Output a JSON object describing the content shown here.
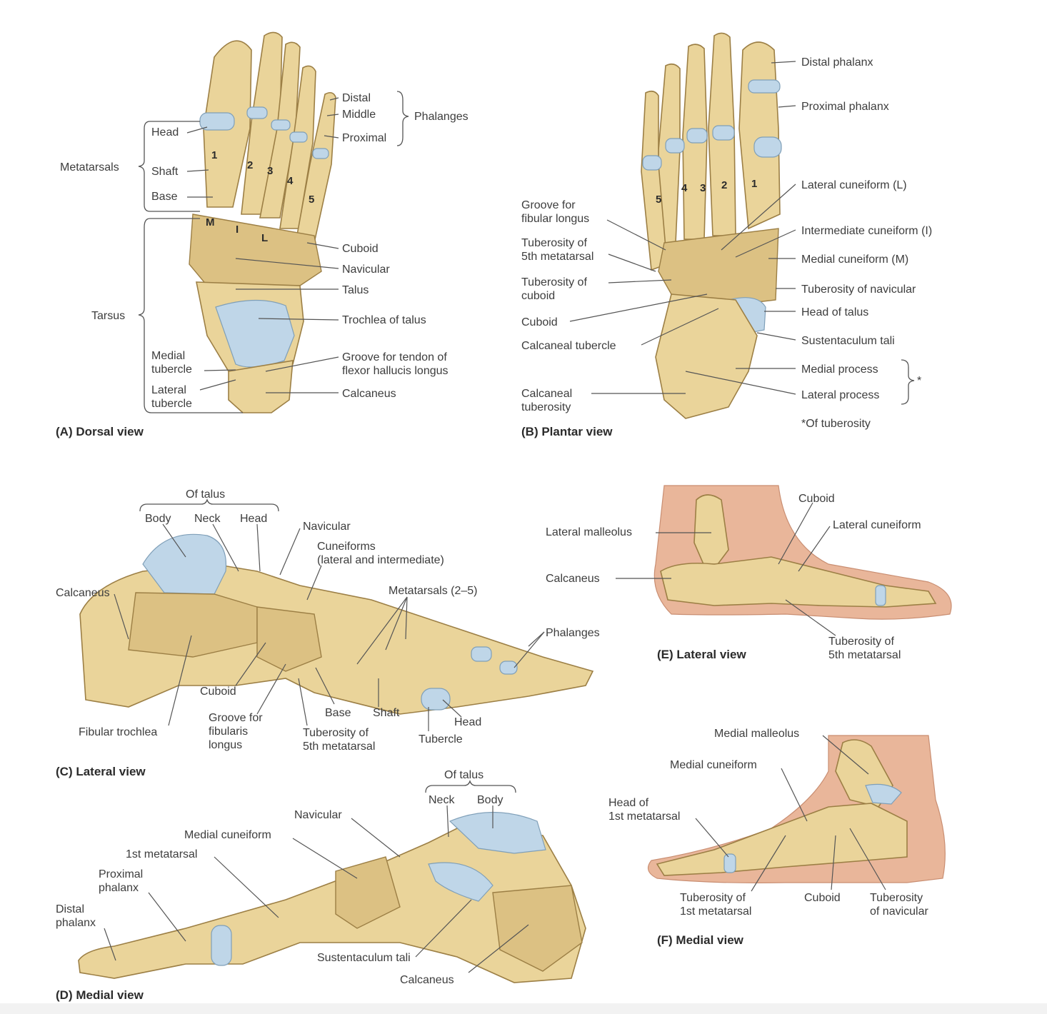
{
  "colors": {
    "bone": "#ead49a",
    "bone_edge": "#9c7f45",
    "cartilage": "#bfd6e8",
    "skin": "#e9b69a",
    "text": "#3d3d3d"
  },
  "panels": {
    "a": {
      "caption": "(A) Dorsal view",
      "labels": {
        "distal": "Distal",
        "middle": "Middle",
        "phalanges": "Phalanges",
        "proximal": "Proximal",
        "head": "Head",
        "shaft": "Shaft",
        "base": "Base",
        "metatarsals": "Metatarsals",
        "cuboid": "Cuboid",
        "navicular": "Navicular",
        "talus": "Talus",
        "tarsus": "Tarsus",
        "trochlea": "Trochlea of talus",
        "medial_tubercle": "Medial\ntubercle",
        "lateral_tubercle": "Lateral\ntubercle",
        "groove": "Groove for tendon of\nflexor hallucis longus",
        "calcaneus": "Calcaneus"
      },
      "numbers": [
        "1",
        "2",
        "3",
        "4",
        "5"
      ],
      "cuneiform_letters": [
        "M",
        "I",
        "L"
      ]
    },
    "b": {
      "caption": "(B) Plantar view",
      "labels": {
        "distal_phalanx": "Distal phalanx",
        "proximal_phalanx": "Proximal phalanx",
        "lateral_cuneiform": "Lateral cuneiform (L)",
        "intermediate_cuneiform": "Intermediate cuneiform (I)",
        "medial_cuneiform": "Medial cuneiform (M)",
        "tuberosity_navicular": "Tuberosity of navicular",
        "head_talus": "Head of talus",
        "sustentaculum": "Sustentaculum tali",
        "medial_process": "Medial process",
        "lateral_process": "Lateral process",
        "of_tuberosity": "*Of tuberosity",
        "asterisk": "*",
        "groove_fibular": "Groove for\nfibular longus",
        "tuberosity_5th": "Tuberosity of\n5th metatarsal",
        "tuberosity_cuboid": "Tuberosity of\ncuboid",
        "cuboid": "Cuboid",
        "calcaneal_tubercle": "Calcaneal tubercle",
        "calcaneal_tuberosity": "Calcaneal\ntuberosity"
      },
      "numbers": [
        "5",
        "4",
        "3",
        "2",
        "1"
      ]
    },
    "c": {
      "caption": "(C) Lateral view",
      "labels": {
        "of_talus": "Of talus",
        "body": "Body",
        "neck": "Neck",
        "head": "Head",
        "navicular": "Navicular",
        "cuneiforms": "Cuneiforms\n(lateral and intermediate)",
        "calcaneus": "Calcaneus",
        "metatarsals": "Metatarsals (2–5)",
        "phalanges": "Phalanges",
        "cuboid": "Cuboid",
        "fibular_trochlea": "Fibular trochlea",
        "groove": "Groove for\nfibularis\nlongus",
        "base": "Base",
        "shaft": "Shaft",
        "head2": "Head",
        "tuberosity": "Tuberosity of\n5th metatarsal",
        "tubercle": "Tubercle"
      }
    },
    "d": {
      "caption": "(D) Medial view",
      "labels": {
        "of_talus": "Of talus",
        "neck": "Neck",
        "body": "Body",
        "navicular": "Navicular",
        "medial_cuneiform": "Medial cuneiform",
        "first_metatarsal": "1st metatarsal",
        "proximal_phalanx": "Proximal\nphalanx",
        "distal_phalanx": "Distal\nphalanx",
        "sustentaculum": "Sustentaculum tali",
        "calcaneus": "Calcaneus"
      }
    },
    "e": {
      "caption": "(E) Lateral view",
      "labels": {
        "cuboid": "Cuboid",
        "lateral_cuneiform": "Lateral cuneiform",
        "lateral_malleolus": "Lateral malleolus",
        "calcaneus": "Calcaneus",
        "tuberosity": "Tuberosity of\n5th metatarsal"
      }
    },
    "f": {
      "caption": "(F) Medial view",
      "labels": {
        "medial_malleolus": "Medial malleolus",
        "medial_cuneiform": "Medial cuneiform",
        "head_first_metatarsal": "Head of\n1st metatarsal",
        "tuberosity_first": "Tuberosity of\n1st metatarsal",
        "cuboid": "Cuboid",
        "tuberosity_navicular": "Tuberosity\nof navicular"
      }
    }
  }
}
